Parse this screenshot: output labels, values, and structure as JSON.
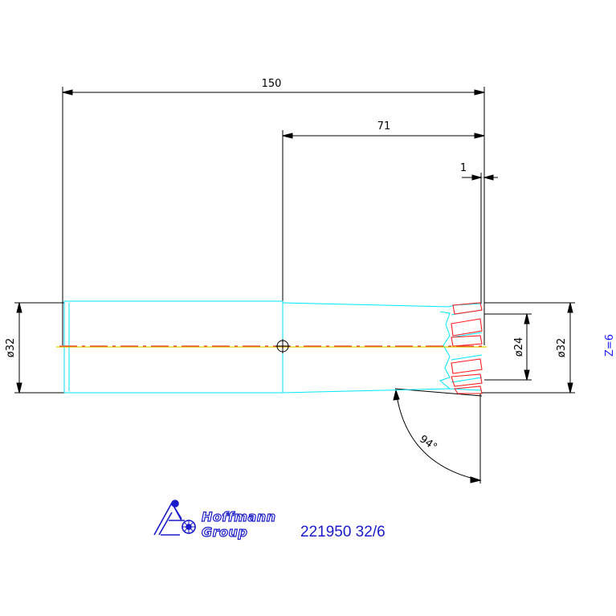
{
  "dimensions": {
    "overall_length": "150",
    "shank_to_tip": "71",
    "tip_offset": "1",
    "shank_diameter": "ø32",
    "head_inner_diameter": "ø24",
    "head_outer_diameter": "ø32",
    "angle": "94°"
  },
  "tooth_count": "Z=6",
  "logo": {
    "line1": "Hoffmann",
    "line2": "Group"
  },
  "part_number": "221950 32/6",
  "colors": {
    "dimension": "#000000",
    "outline": "#00e5ff",
    "teeth": "#ff2020",
    "centerline_red": "#e03020",
    "centerline_yellow": "#e8d000",
    "text_blue": "#1a1aff",
    "logo_blue": "#1a1acc"
  }
}
